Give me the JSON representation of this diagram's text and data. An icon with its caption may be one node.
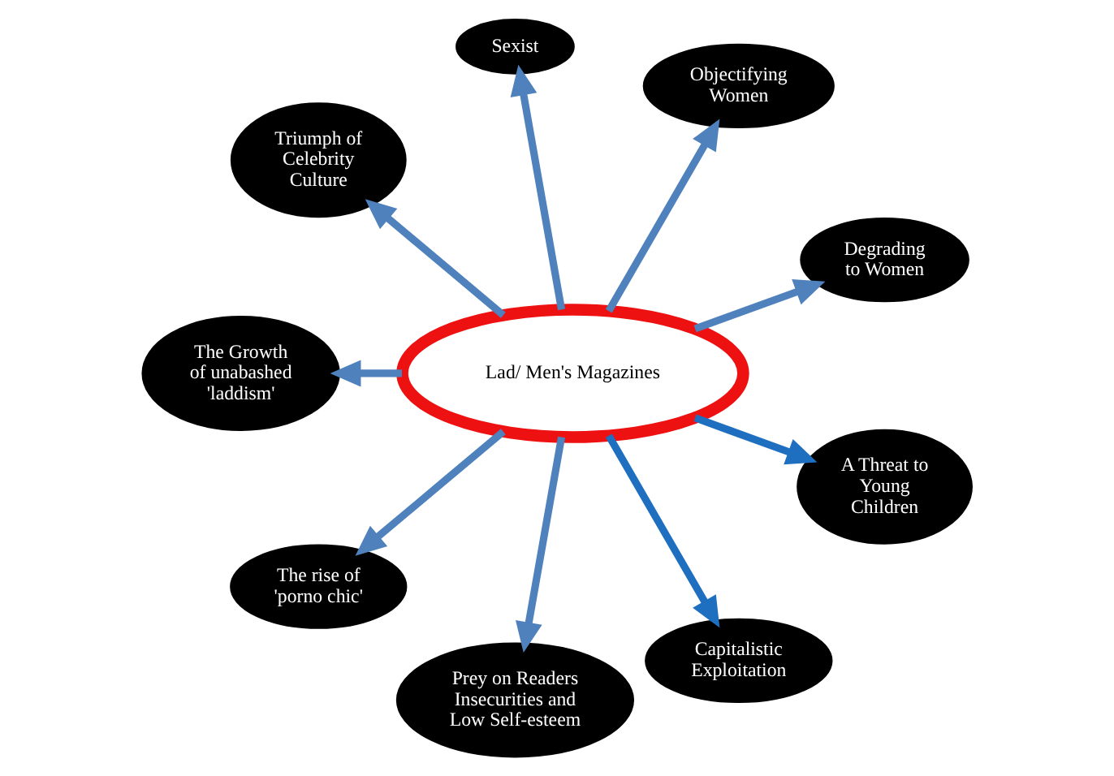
{
  "diagram": {
    "nodes": [
      {
        "text": [
          "Lad/ Men's Magazines"
        ]
      },
      {
        "text": [
          "Degrading to Women"
        ]
      },
      {
        "text": [
          "Objectifying Women"
        ]
      },
      {
        "text": [
          "Sexist"
        ]
      },
      {
        "text": [
          "Triumph of Celebrity Culture"
        ]
      },
      {
        "text": [
          "The Growth of unabashed 'laddism'"
        ]
      },
      {
        "text": [
          "The rise of 'porno chic'"
        ]
      },
      {
        "text": [
          "Prey on Readers Insecurities and Low Self-esteem"
        ]
      },
      {
        "text": [
          "Capitalistic Exploitation"
        ]
      },
      {
        "text": [
          "A Threat to Young Children"
        ]
      }
    ],
    "edges": [
      {
        "from": 0,
        "to": 1,
        "arrow": "to"
      },
      {
        "from": 0,
        "to": 2,
        "arrow": "to"
      },
      {
        "from": 0,
        "to": 3,
        "arrow": "to"
      },
      {
        "from": 0,
        "to": 4,
        "arrow": "to"
      },
      {
        "from": 0,
        "to": 5,
        "arrow": "to"
      },
      {
        "from": 0,
        "to": 6,
        "arrow": "to"
      },
      {
        "from": 0,
        "to": 7,
        "arrow": "to"
      },
      {
        "from": 0,
        "to": 8,
        "arrow": "to",
        "color": "#1f6fc0"
      },
      {
        "from": 0,
        "to": 9,
        "arrow": "to",
        "color": "#1f6fc0"
      }
    ]
  }
}
